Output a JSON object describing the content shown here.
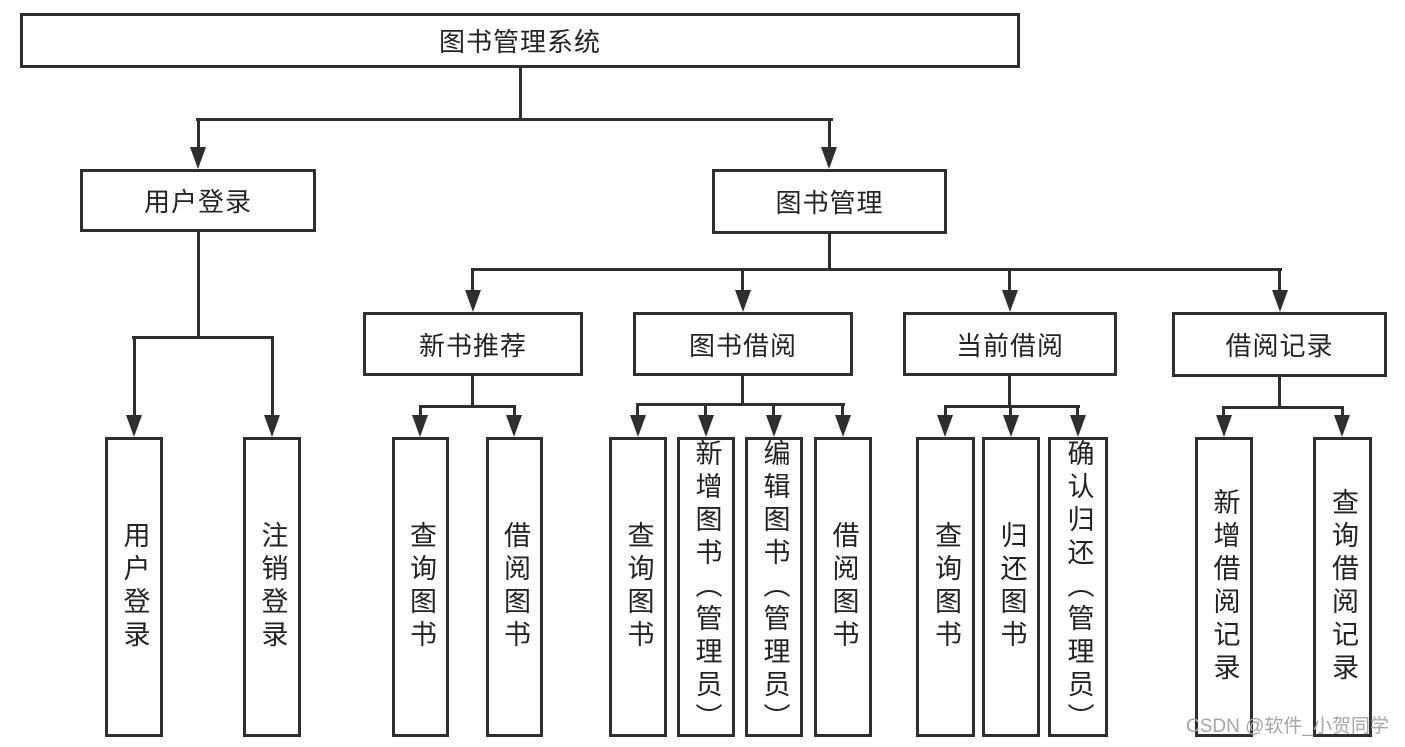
{
  "tree": {
    "label": "图书管理系统",
    "children": [
      {
        "label": "用户登录",
        "children": [
          {
            "label": "用户登录"
          },
          {
            "label": "注销登录"
          }
        ]
      },
      {
        "label": "图书管理",
        "children": [
          {
            "label": "新书推荐",
            "children": [
              {
                "label": "查询图书"
              },
              {
                "label": "借阅图书"
              }
            ]
          },
          {
            "label": "图书借阅",
            "children": [
              {
                "label": "查询图书"
              },
              {
                "label": "新增图书（管理员）"
              },
              {
                "label": "编辑图书（管理员）"
              },
              {
                "label": "借阅图书"
              }
            ]
          },
          {
            "label": "当前借阅",
            "children": [
              {
                "label": "查询图书"
              },
              {
                "label": "归还图书"
              },
              {
                "label": "确认归还（管理员）"
              }
            ]
          },
          {
            "label": "借阅记录",
            "children": [
              {
                "label": "新增借阅记录"
              },
              {
                "label": "查询借阅记录"
              }
            ]
          }
        ]
      }
    ]
  },
  "watermark": {
    "text": "CSDN @软件_小贺同学"
  },
  "colors": {
    "line": "#2e2e2e",
    "box_border": "#2e2e2e",
    "text": "#232323",
    "watermark": "#a6a6a6",
    "background": "#ffffff"
  }
}
